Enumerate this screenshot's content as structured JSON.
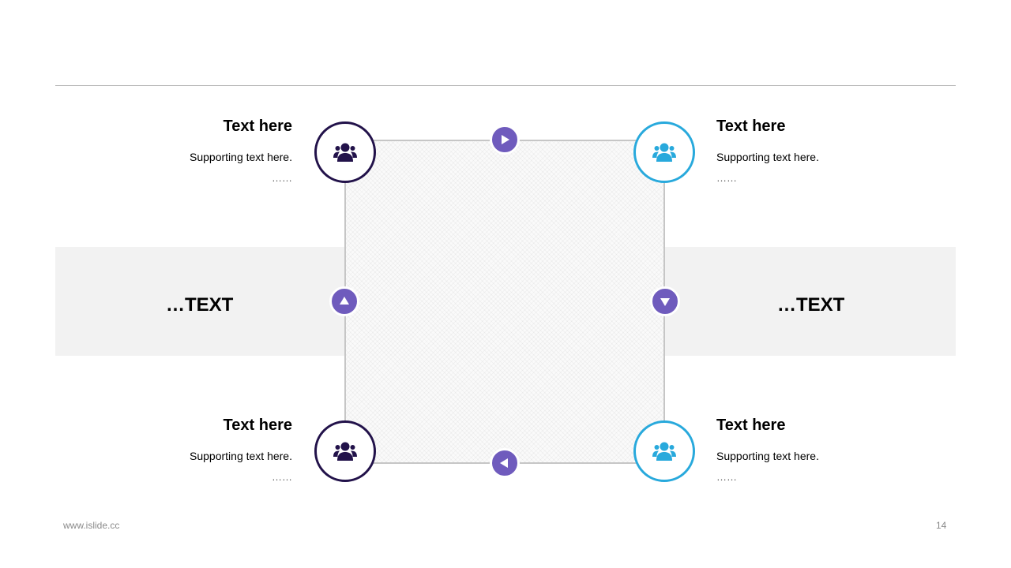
{
  "colors": {
    "dark_node": "#22124a",
    "light_node": "#28a9dc",
    "arrow": "#6f5bbd",
    "band": "#f2f2f2",
    "connector": "#c6c6c6"
  },
  "items": {
    "top_left": {
      "title": "Text here",
      "text": "Supporting text here.",
      "dots": "……",
      "icon": "users-icon"
    },
    "top_right": {
      "title": "Text here",
      "text": "Supporting text here.",
      "dots": "……",
      "icon": "users-icon"
    },
    "bottom_left": {
      "title": "Text here",
      "text": "Supporting text here.",
      "dots": "……",
      "icon": "users-icon"
    },
    "bottom_right": {
      "title": "Text here",
      "text": "Supporting text here.",
      "dots": "……",
      "icon": "users-icon"
    }
  },
  "band": {
    "left_text": "…TEXT",
    "right_text": "…TEXT"
  },
  "arrows": {
    "top": "arrow-right-icon",
    "right": "arrow-down-icon",
    "bottom": "arrow-left-icon",
    "left": "arrow-up-icon"
  },
  "footer": {
    "site": "www.islide.cc",
    "page": "14"
  }
}
